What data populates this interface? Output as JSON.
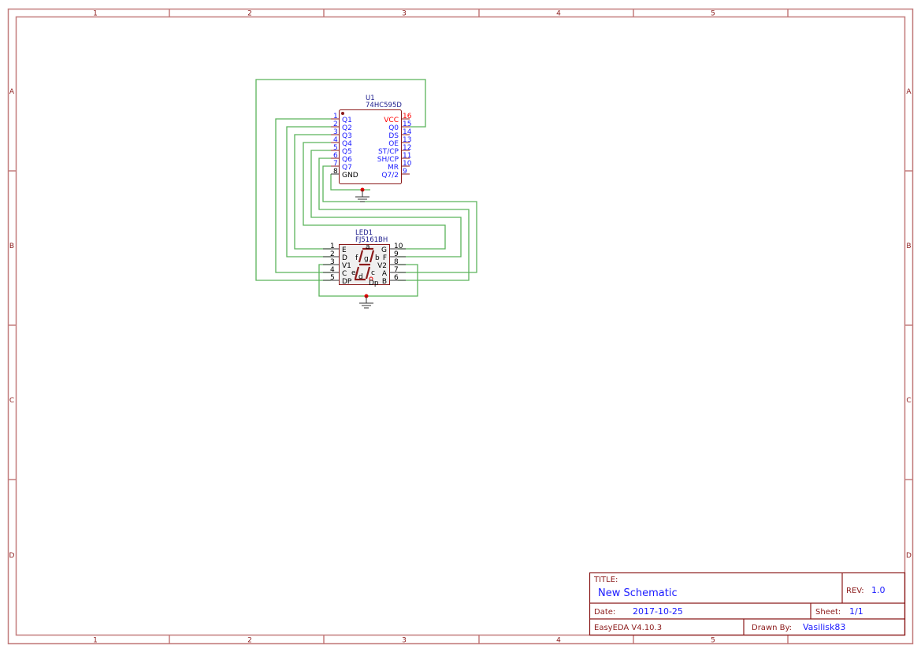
{
  "frame": {
    "columns": [
      "1",
      "2",
      "3",
      "4",
      "5",
      ""
    ],
    "rows": [
      "A",
      "B",
      "C",
      "D"
    ],
    "border_color": "#c27c7c"
  },
  "components": {
    "u1": {
      "designator": "U1",
      "part": "74HC595D",
      "left_pins": [
        {
          "num": "1",
          "label": "Q1"
        },
        {
          "num": "2",
          "label": "Q2"
        },
        {
          "num": "3",
          "label": "Q3"
        },
        {
          "num": "4",
          "label": "Q4"
        },
        {
          "num": "5",
          "label": "Q5"
        },
        {
          "num": "6",
          "label": "Q6"
        },
        {
          "num": "7",
          "label": "Q7"
        },
        {
          "num": "8",
          "label": "GND"
        }
      ],
      "right_pins": [
        {
          "num": "16",
          "label": "VCC"
        },
        {
          "num": "15",
          "label": "Q0"
        },
        {
          "num": "14",
          "label": "DS"
        },
        {
          "num": "13",
          "label": "OE"
        },
        {
          "num": "12",
          "label": "ST/CP"
        },
        {
          "num": "11",
          "label": "SH/CP"
        },
        {
          "num": "10",
          "label": "MR"
        },
        {
          "num": "9",
          "label": "Q7/2"
        }
      ]
    },
    "led1": {
      "designator": "LED1",
      "part": "FJ5161BH",
      "left_pins": [
        {
          "num": "1",
          "label": "E"
        },
        {
          "num": "2",
          "label": "D"
        },
        {
          "num": "3",
          "label": "V1"
        },
        {
          "num": "4",
          "label": "C"
        },
        {
          "num": "5",
          "label": "DP"
        }
      ],
      "right_pins": [
        {
          "num": "10",
          "label": "G"
        },
        {
          "num": "9",
          "label": "F"
        },
        {
          "num": "8",
          "label": "V2"
        },
        {
          "num": "7",
          "label": "A"
        },
        {
          "num": "6",
          "label": "B"
        }
      ],
      "segment_labels": {
        "a": "a",
        "b": "b",
        "c": "c",
        "d": "d",
        "e": "e",
        "f": "f",
        "g": "g",
        "dp": "Dp"
      }
    }
  },
  "colors": {
    "wire": "#5bb35b",
    "component": "#8b1a1a",
    "pin_text": "#1a1aff",
    "power_text": "#ff0000",
    "junction": "#e00000"
  },
  "title_block": {
    "title_label": "TITLE:",
    "title_value": "New Schematic",
    "rev_label": "REV:",
    "rev_value": "1.0",
    "date_label": "Date:",
    "date_value": "2017-10-25",
    "sheet_label": "Sheet:",
    "sheet_value": "1/1",
    "software": "EasyEDA V4.10.3",
    "drawn_by_label": "Drawn By:",
    "drawn_by_value": "Vasilisk83"
  }
}
